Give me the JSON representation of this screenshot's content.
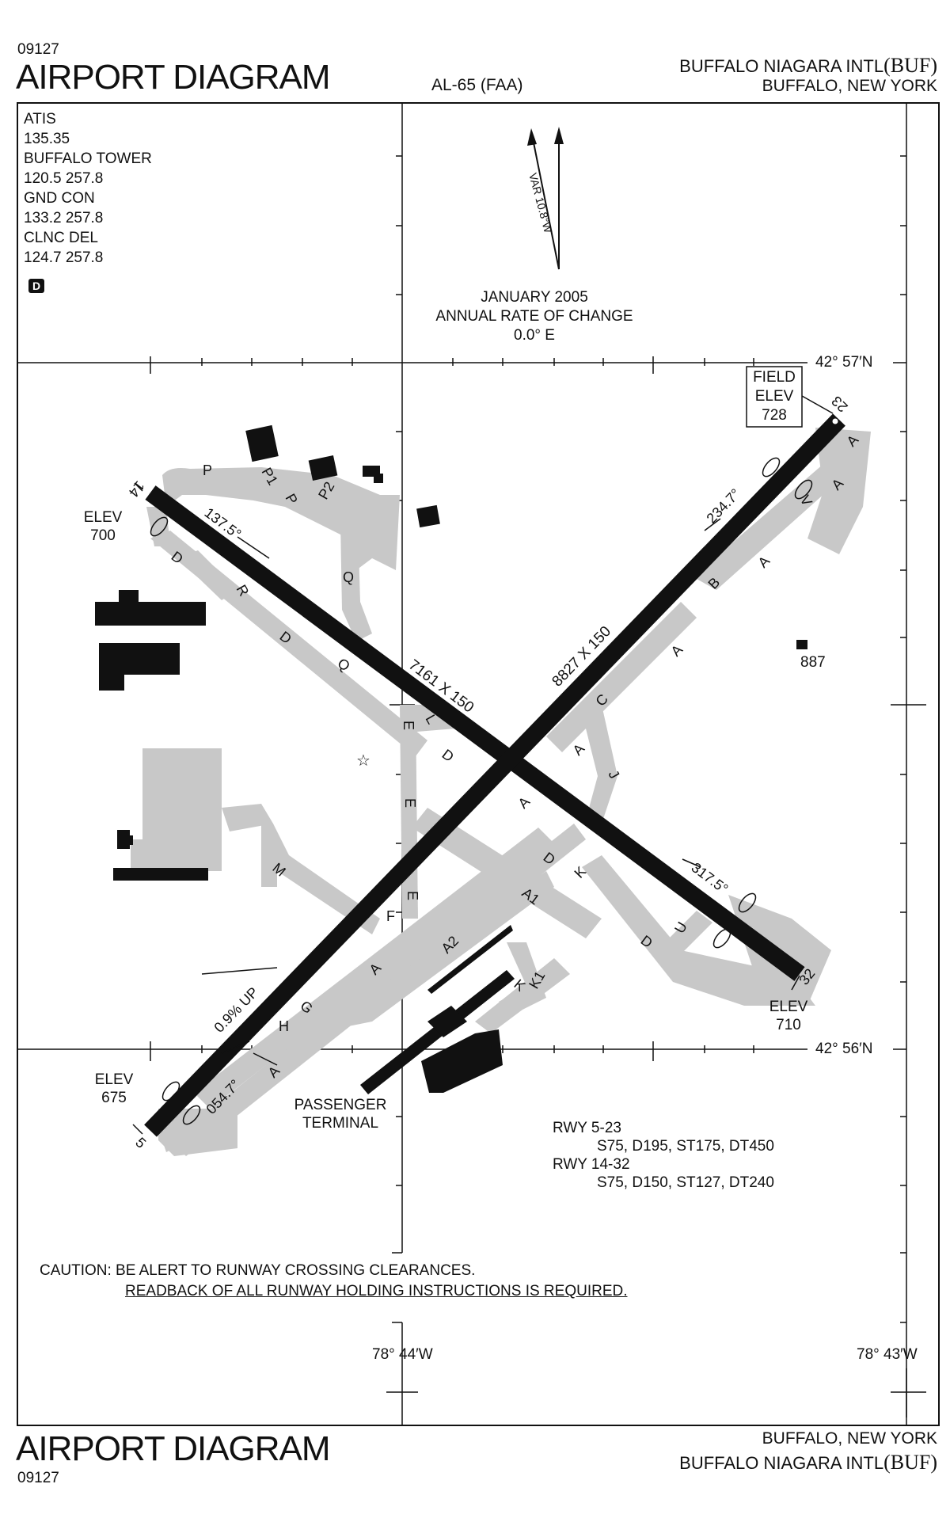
{
  "header": {
    "chart_code": "09127",
    "title": "AIRPORT DIAGRAM",
    "doc_id": "AL-65 (FAA)",
    "airport_name": "BUFFALO NIAGARA INTL",
    "airport_code": "(BUF)",
    "location": "BUFFALO, NEW YORK"
  },
  "frequencies": [
    {
      "label": "ATIS"
    },
    {
      "label": "135.35"
    },
    {
      "label": "BUFFALO TOWER"
    },
    {
      "label": "120.5  257.8"
    },
    {
      "label": "GND CON"
    },
    {
      "label": "133.2  257.8"
    },
    {
      "label": "CLNC DEL"
    },
    {
      "label": "124.7  257.8"
    }
  ],
  "d_symbol": "D",
  "magnetic": {
    "variation": "VAR 10.8°W",
    "date": "JANUARY 2005",
    "rate_label": "ANNUAL RATE OF CHANGE",
    "rate_value": "0.0° E"
  },
  "coordinates": {
    "lat_north": "42° 57′N",
    "lat_south": "42° 56′N",
    "lon_west": "78° 44′W",
    "lon_east": "78° 43′W"
  },
  "field_elev": {
    "line1": "FIELD",
    "line2": "ELEV",
    "value": "728"
  },
  "runways": {
    "rwy14_32_dims": "7161 X 150",
    "rwy5_23_dims": "8827 X 150",
    "hdg_137": "137.5°",
    "hdg_234": "234.7°",
    "hdg_317": "317.5°",
    "hdg_054": "054.7°",
    "gradient": "0.9% UP",
    "end_14": "14",
    "end_32": "32",
    "end_5": "5",
    "end_23": "23",
    "elev_14": {
      "label": "ELEV",
      "value": "700"
    },
    "elev_32": {
      "label": "ELEV",
      "value": "710"
    },
    "elev_5": {
      "label": "ELEV",
      "value": "675"
    }
  },
  "obstacle": "887",
  "taxiways": {
    "P": "P",
    "P1": "P1",
    "P2": "P2",
    "Q": "Q",
    "D": "D",
    "R": "R",
    "L": "L",
    "E": "E",
    "M": "M",
    "F": "F",
    "A": "A",
    "A1": "A1",
    "A2": "A2",
    "B": "B",
    "C": "C",
    "J": "J",
    "K": "K",
    "K1": "K1",
    "U": "U",
    "V": "V",
    "G": "G",
    "H": "H"
  },
  "terminal": {
    "line1": "PASSENGER",
    "line2": "TERMINAL"
  },
  "strength": [
    {
      "text": "RWY 5-23"
    },
    {
      "text": "S75, D195, ST175, DT450"
    },
    {
      "text": "RWY 14-32"
    },
    {
      "text": "S75, D150, ST127, DT240"
    }
  ],
  "caution": {
    "line1": "CAUTION: BE ALERT TO RUNWAY CROSSING CLEARANCES.",
    "line2": "READBACK OF ALL RUNWAY HOLDING INSTRUCTIONS IS REQUIRED."
  },
  "footer": {
    "title": "AIRPORT DIAGRAM",
    "chart_code": "09127",
    "location": "BUFFALO, NEW YORK",
    "airport_name": "BUFFALO NIAGARA INTL",
    "airport_code": "(BUF)"
  },
  "colors": {
    "pavement": "#c8c8c8",
    "runway": "#111111",
    "building": "#111111",
    "apron": "#c8c8c8"
  }
}
